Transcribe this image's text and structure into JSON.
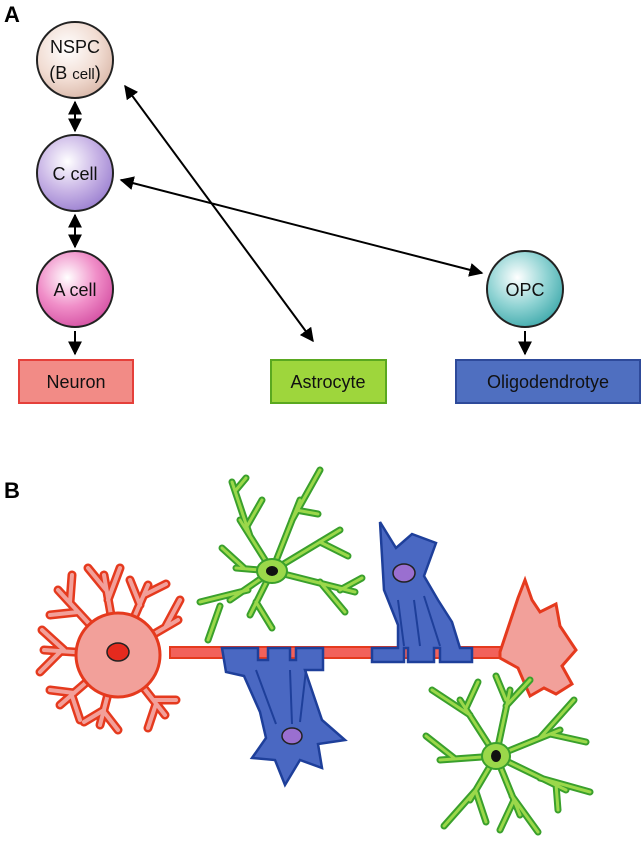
{
  "panels": {
    "a_label": "A",
    "b_label": "B"
  },
  "cells": {
    "nspc": {
      "line1": "NSPC",
      "line2_open": "(B ",
      "line2_sub": "cell",
      "line2_close": ")"
    },
    "c_cell": {
      "label": "C cell"
    },
    "a_cell": {
      "label": "A cell"
    },
    "opc": {
      "label": "OPC"
    }
  },
  "fates": {
    "neuron": "Neuron",
    "astrocyte": "Astrocyte",
    "oligodendrocyte": "Oligodendrotye"
  },
  "colors": {
    "nspc_fill": "#f1dcd2",
    "c_cell_fill": "#c9b5e6",
    "a_cell_fill": "#f08ec8",
    "opc_fill": "#8fd3d3",
    "neuron_box": "#f28b86",
    "neuron_border": "#e5403a",
    "astrocyte_box": "#9ed63c",
    "astrocyte_border": "#5aa820",
    "oligo_box": "#4f6fc0",
    "oligo_border": "#2e4a9a",
    "neuron_cell": "#f2615a",
    "neuron_outline": "#e53a1e",
    "astro_fill": "#9bd84a",
    "astro_outline": "#3aa02c",
    "oligo_fill": "#4a68c2",
    "oligo_outline": "#1e3f9a"
  }
}
